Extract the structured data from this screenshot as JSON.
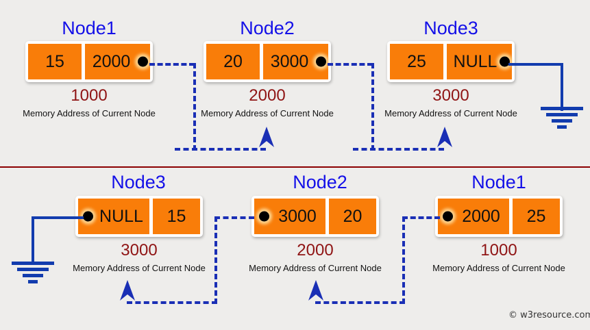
{
  "figure": {
    "background_color": "#eeedeb",
    "divider_color": "#8b0000",
    "node_fill_color": "#f97d09",
    "title_color": "#1410e8",
    "address_color": "#8f1414",
    "link_color": "#123cae"
  },
  "watermark": {
    "text": "© w3resource.com"
  },
  "caption_text": "Memory Address of Current Node",
  "top_row": {
    "nodes": [
      {
        "title": "Node1",
        "data_value": "15",
        "pointer_value": "2000",
        "address": "1000",
        "caption": "Memory Address of Current Node"
      },
      {
        "title": "Node2",
        "data_value": "20",
        "pointer_value": "3000",
        "address": "2000",
        "caption": "Memory Address of Current Node"
      },
      {
        "title": "Node3",
        "data_value": "25",
        "pointer_value": "NULL",
        "address": "3000",
        "caption": "Memory Address of Current Node"
      }
    ]
  },
  "bottom_row": {
    "nodes": [
      {
        "title": "Node3",
        "pointer_value": "NULL",
        "data_value": "15",
        "address": "3000",
        "caption": "Memory Address of Current Node"
      },
      {
        "title": "Node2",
        "pointer_value": "3000",
        "data_value": "20",
        "address": "2000",
        "caption": "Memory Address of Current Node"
      },
      {
        "title": "Node1",
        "pointer_value": "2000",
        "data_value": "25",
        "address": "1000",
        "caption": "Memory Address of Current Node"
      }
    ]
  }
}
